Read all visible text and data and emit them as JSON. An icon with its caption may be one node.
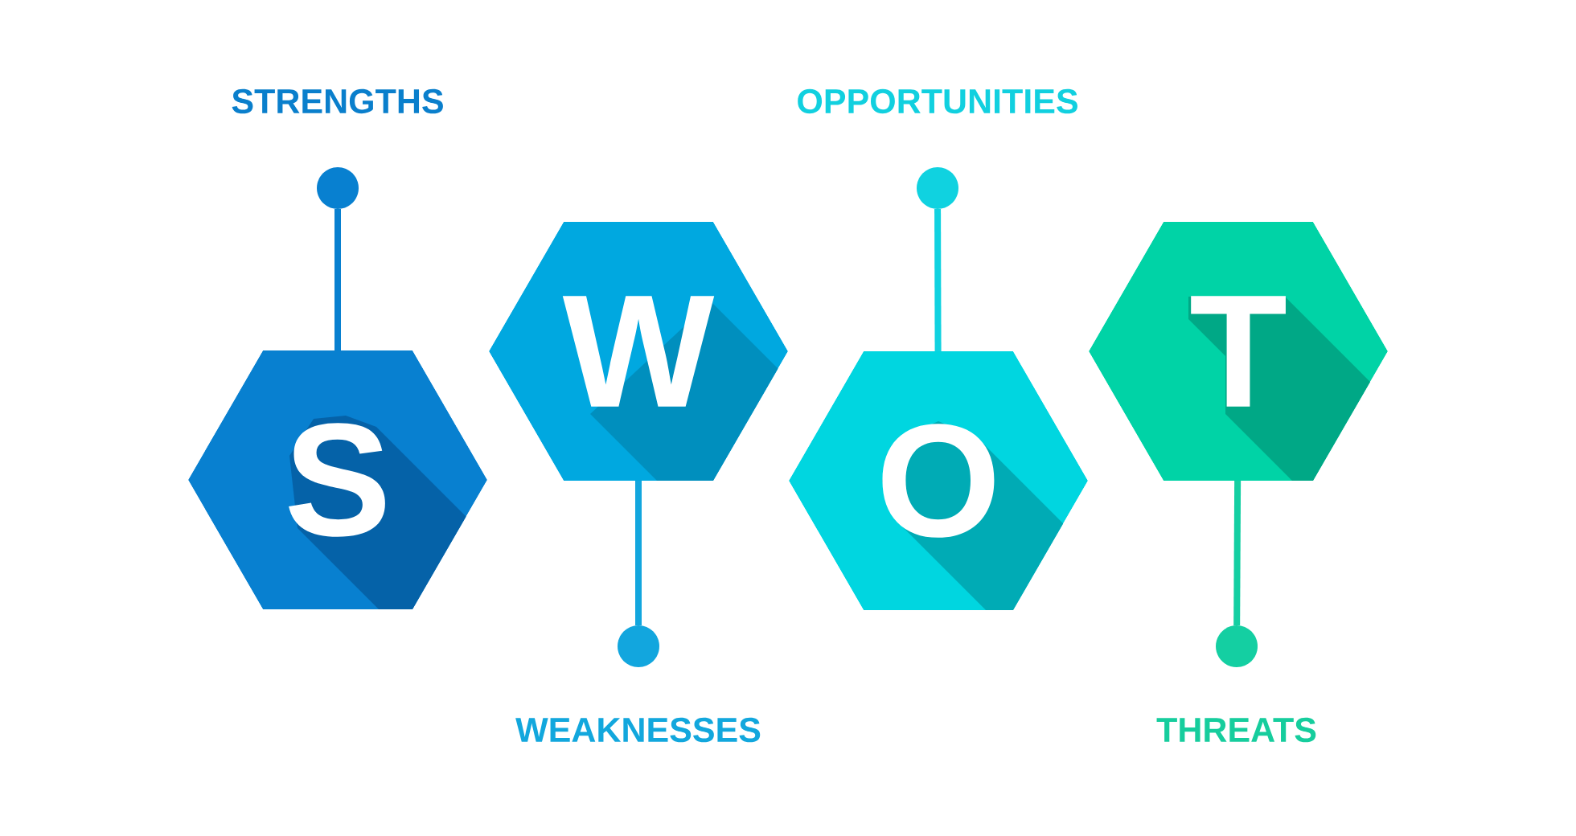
{
  "diagram": {
    "nodes": [
      {
        "text": [
          "S"
        ]
      },
      {
        "text": [
          "W"
        ]
      },
      {
        "text": [
          "O"
        ]
      },
      {
        "text": [
          "T"
        ]
      },
      {
        "text": [],
        "shape": "circle"
      },
      {
        "text": [],
        "shape": "circle"
      },
      {
        "text": [],
        "shape": "circle"
      },
      {
        "text": [],
        "shape": "circle"
      }
    ],
    "edges": [
      {
        "from": 0,
        "to": 4,
        "arrow": "none",
        "color": "#0880d0"
      },
      {
        "from": 1,
        "to": 5,
        "arrow": "none",
        "color": "#12a6de"
      },
      {
        "from": 2,
        "to": 6,
        "arrow": "none",
        "color": "#10d2e0"
      },
      {
        "from": 3,
        "to": 7,
        "arrow": "none",
        "color": "#14cfa2"
      }
    ],
    "labels": [
      "STRENGTHS",
      "OPPORTUNITIES",
      "WEAKNESSES",
      "THREATS"
    ]
  }
}
